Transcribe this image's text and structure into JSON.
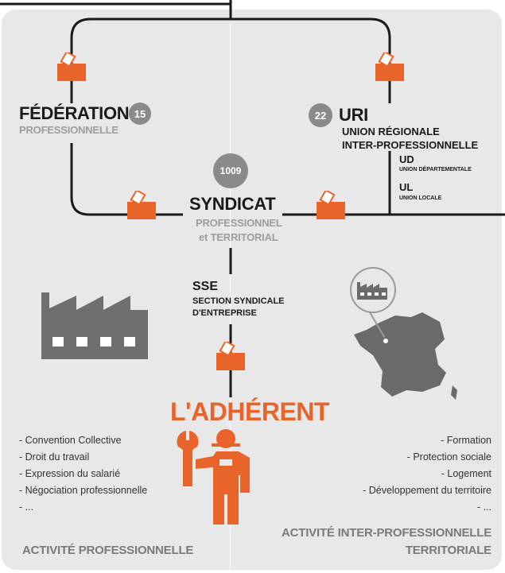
{
  "federation": {
    "title": "FÉDÉRATION",
    "count": "15",
    "subtitle": "PROFESSIONNELLE"
  },
  "uri": {
    "count": "22",
    "title": "URI",
    "line1": "UNION RÉGIONALE",
    "line2": "INTER-PROFESSIONNELLE"
  },
  "ud": {
    "title": "UD",
    "subtitle": "UNION DÉPARTEMENTALE"
  },
  "ul": {
    "title": "UL",
    "subtitle": "UNION LOCALE"
  },
  "syndicat": {
    "count": "1009",
    "title": "SYNDICAT",
    "line1": "PROFESSIONNEL",
    "line2": "et TERRITORIAL"
  },
  "sse": {
    "title": "SSE",
    "line1": "SECTION SYNDICALE",
    "line2": "D'ENTREPRISE"
  },
  "adherent": {
    "title": "L'ADHÉRENT"
  },
  "left_list": [
    "- Convention Collective",
    "- Droit du travail",
    "- Expression du salarié",
    "- Négociation professionnelle",
    "- ..."
  ],
  "right_list": [
    "- Formation",
    "- Protection sociale",
    "- Logement",
    "- Développement du territoire",
    "- ..."
  ],
  "footer": {
    "left": "ACTIVITÉ PROFESSIONNELLE",
    "right_line1": "ACTIVITÉ INTER-PROFESSIONNELLE",
    "right_line2": "TERRITORIALE"
  },
  "colors": {
    "orange": "#e9642a",
    "gray": "#8a8a8a",
    "panel": "#e8e8e8",
    "line": "#1a1a1a"
  },
  "icons": [
    "ballot-box-icon",
    "factory-icon",
    "france-map-icon",
    "worker-wrench-icon"
  ]
}
